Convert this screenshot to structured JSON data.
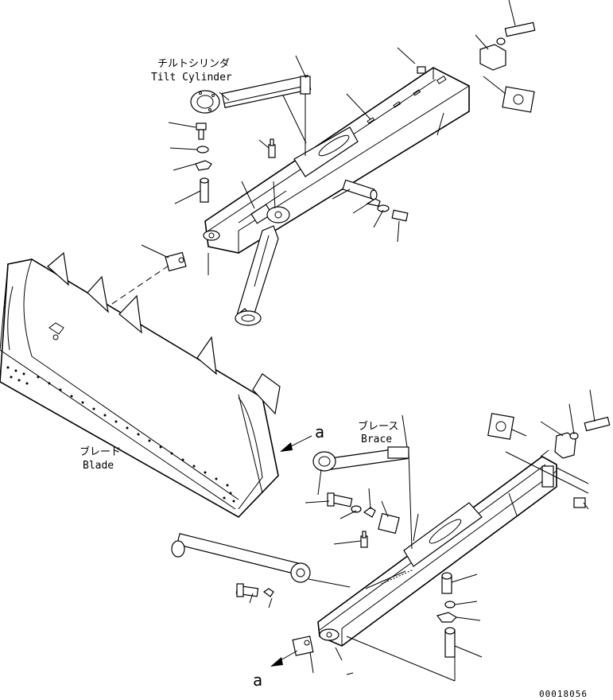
{
  "labels": {
    "tilt_cylinder_jp": "チルトシリンダ",
    "tilt_cylinder_en": "Tilt Cylinder",
    "brace_jp": "ブレース",
    "brace_en": "Brace",
    "blade_jp": "ブレード",
    "blade_en": "Blade",
    "ref_a_top": "a",
    "ref_a_bottom": "a",
    "drawing_number": "00018056"
  }
}
